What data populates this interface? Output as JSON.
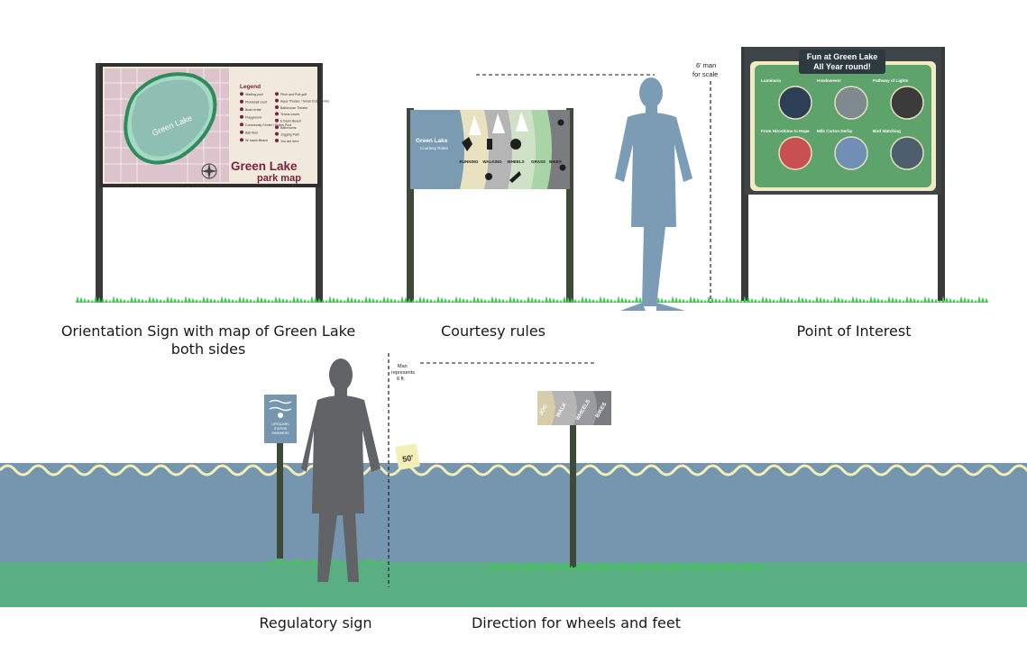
{
  "captions": {
    "orientation_line1": "Orientation Sign with map of Green Lake",
    "orientation_line2": "both sides",
    "courtesy": "Courtesy rules",
    "point_of_interest": "Point of Interest",
    "regulatory": "Regulatory sign",
    "direction": "Direction for wheels and feet"
  },
  "scale_notes": {
    "man_scale_line1": "6' man",
    "man_scale_line2": "for scale",
    "man_rep_line1": "Man",
    "man_rep_line2": "represents",
    "man_rep_line3": "6 ft.",
    "distance_tag": "50'"
  },
  "orientation_sign": {
    "map_lake_label": "Green Lake",
    "title_line1": "Green Lake",
    "title_line2": "park map",
    "legend_title": "Legend",
    "legend_left": [
      "Wading pool",
      "Pickleball court",
      "Boat rental",
      "Playground",
      "Community Center / Evans Pool",
      "Ball field",
      "W. basin Beach"
    ],
    "legend_right": [
      "Pitch and Putt golf",
      "Aqua Theater / Small Craft Center",
      "Bathhouse Theater",
      "Tennis courts",
      "E basin Beach",
      "Bathrooms",
      "Jogging Path",
      "You are here"
    ]
  },
  "courtesy_sign": {
    "title_line1": "Green Lake",
    "title_line2": "Courtesy Rules",
    "bands": [
      "RUNNING",
      "WALKING",
      "WHEELS",
      "GRASS",
      "BIKES"
    ]
  },
  "poi_sign": {
    "title_line1": "Fun at Green Lake",
    "title_line2": "All Year round!",
    "panels": [
      "Luminaria",
      "Howloween!",
      "Pathway of Lights",
      "From Hiroshima to Hope",
      "Milk Carton Derby",
      "Bird Watching"
    ]
  },
  "regulatory_sign": {
    "lines": [
      "LIFEGUARD",
      "STATION",
      "SWIMMERS"
    ]
  },
  "direction_sign": {
    "bands": [
      "JOG",
      "WALK",
      "WHEELS",
      "BIKES"
    ]
  },
  "colors": {
    "grass": "#41c94f",
    "water": "#7596ae",
    "lawn": "#5aae83",
    "wave": "#f3efb8",
    "silhouette_blue": "#7b9cb4",
    "silhouette_gray": "#626367",
    "post": "#3d4a3a",
    "poi_green": "#5ea36b",
    "map_pink": "#ddc4cc",
    "map_lake": "#8fbfb2",
    "maroon": "#7a1f3c"
  }
}
